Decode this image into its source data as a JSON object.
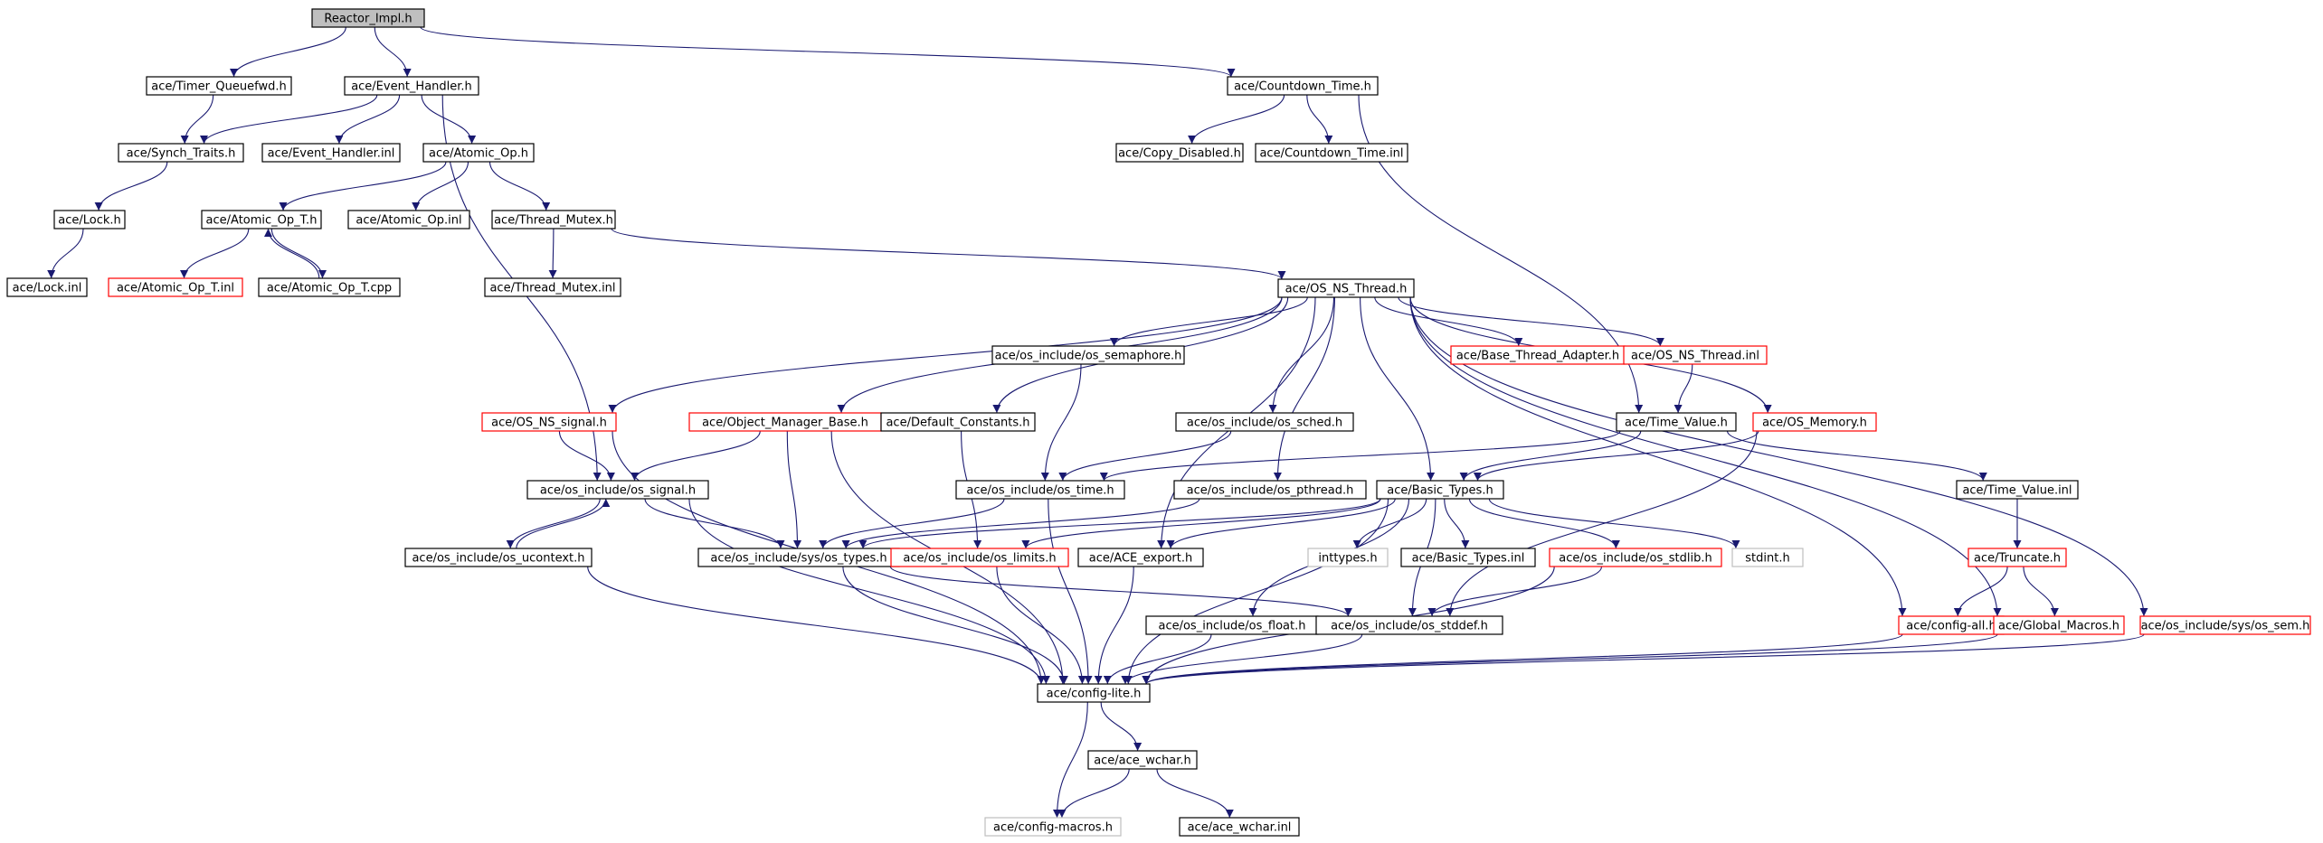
{
  "colors": {
    "edge": "#191970",
    "normal_border": "#000000",
    "red_border": "#ff0000",
    "gray_border": "#bfbfbf",
    "root_fill": "#bfbfbf",
    "node_fill": "#ffffff"
  },
  "graph": {
    "title": "Reactor_Impl.h",
    "nodes": [
      {
        "id": "reactor_impl",
        "label": "Reactor_Impl.h",
        "kind": "root"
      },
      {
        "id": "timer_queuefwd",
        "label": "ace/Timer_Queuefwd.h",
        "kind": "normal"
      },
      {
        "id": "event_handler",
        "label": "ace/Event_Handler.h",
        "kind": "normal"
      },
      {
        "id": "countdown_time",
        "label": "ace/Countdown_Time.h",
        "kind": "normal"
      },
      {
        "id": "synch_traits",
        "label": "ace/Synch_Traits.h",
        "kind": "normal"
      },
      {
        "id": "event_handler_inl",
        "label": "ace/Event_Handler.inl",
        "kind": "normal"
      },
      {
        "id": "atomic_op",
        "label": "ace/Atomic_Op.h",
        "kind": "normal"
      },
      {
        "id": "copy_disabled",
        "label": "ace/Copy_Disabled.h",
        "kind": "normal"
      },
      {
        "id": "countdown_time_inl",
        "label": "ace/Countdown_Time.inl",
        "kind": "normal"
      },
      {
        "id": "lock",
        "label": "ace/Lock.h",
        "kind": "normal"
      },
      {
        "id": "atomic_op_t",
        "label": "ace/Atomic_Op_T.h",
        "kind": "normal"
      },
      {
        "id": "atomic_op_inl",
        "label": "ace/Atomic_Op.inl",
        "kind": "normal"
      },
      {
        "id": "thread_mutex",
        "label": "ace/Thread_Mutex.h",
        "kind": "normal"
      },
      {
        "id": "lock_inl",
        "label": "ace/Lock.inl",
        "kind": "normal"
      },
      {
        "id": "atomic_op_t_inl",
        "label": "ace/Atomic_Op_T.inl",
        "kind": "red"
      },
      {
        "id": "atomic_op_t_cpp",
        "label": "ace/Atomic_Op_T.cpp",
        "kind": "normal"
      },
      {
        "id": "thread_mutex_inl",
        "label": "ace/Thread_Mutex.inl",
        "kind": "normal"
      },
      {
        "id": "os_ns_thread",
        "label": "ace/OS_NS_Thread.h",
        "kind": "normal"
      },
      {
        "id": "os_semaphore",
        "label": "ace/os_include/os_semaphore.h",
        "kind": "normal"
      },
      {
        "id": "base_thread_adapter",
        "label": "ace/Base_Thread_Adapter.h",
        "kind": "red"
      },
      {
        "id": "os_ns_thread_inl",
        "label": "ace/OS_NS_Thread.inl",
        "kind": "red"
      },
      {
        "id": "os_ns_signal",
        "label": "ace/OS_NS_signal.h",
        "kind": "red"
      },
      {
        "id": "object_manager_base",
        "label": "ace/Object_Manager_Base.h",
        "kind": "red"
      },
      {
        "id": "default_constants",
        "label": "ace/Default_Constants.h",
        "kind": "normal"
      },
      {
        "id": "os_sched",
        "label": "ace/os_include/os_sched.h",
        "kind": "normal"
      },
      {
        "id": "time_value",
        "label": "ace/Time_Value.h",
        "kind": "normal"
      },
      {
        "id": "os_memory",
        "label": "ace/OS_Memory.h",
        "kind": "red"
      },
      {
        "id": "os_signal",
        "label": "ace/os_include/os_signal.h",
        "kind": "normal"
      },
      {
        "id": "os_time",
        "label": "ace/os_include/os_time.h",
        "kind": "normal"
      },
      {
        "id": "os_pthread",
        "label": "ace/os_include/os_pthread.h",
        "kind": "normal"
      },
      {
        "id": "basic_types",
        "label": "ace/Basic_Types.h",
        "kind": "normal"
      },
      {
        "id": "time_value_inl",
        "label": "ace/Time_Value.inl",
        "kind": "normal"
      },
      {
        "id": "os_ucontext",
        "label": "ace/os_include/os_ucontext.h",
        "kind": "normal"
      },
      {
        "id": "os_types",
        "label": "ace/os_include/sys/os_types.h",
        "kind": "normal"
      },
      {
        "id": "os_limits",
        "label": "ace/os_include/os_limits.h",
        "kind": "red"
      },
      {
        "id": "ace_export",
        "label": "ace/ACE_export.h",
        "kind": "normal"
      },
      {
        "id": "inttypes",
        "label": "inttypes.h",
        "kind": "gray"
      },
      {
        "id": "basic_types_inl",
        "label": "ace/Basic_Types.inl",
        "kind": "normal"
      },
      {
        "id": "os_stdlib",
        "label": "ace/os_include/os_stdlib.h",
        "kind": "red"
      },
      {
        "id": "stdint",
        "label": "stdint.h",
        "kind": "gray"
      },
      {
        "id": "truncate",
        "label": "ace/Truncate.h",
        "kind": "red"
      },
      {
        "id": "os_float",
        "label": "ace/os_include/os_float.h",
        "kind": "normal"
      },
      {
        "id": "os_stddef",
        "label": "ace/os_include/os_stddef.h",
        "kind": "normal"
      },
      {
        "id": "config_all",
        "label": "ace/config-all.h",
        "kind": "red"
      },
      {
        "id": "global_macros",
        "label": "ace/Global_Macros.h",
        "kind": "red"
      },
      {
        "id": "os_sem",
        "label": "ace/os_include/sys/os_sem.h",
        "kind": "red"
      },
      {
        "id": "config_lite",
        "label": "ace/config-lite.h",
        "kind": "normal"
      },
      {
        "id": "ace_wchar",
        "label": "ace/ace_wchar.h",
        "kind": "normal"
      },
      {
        "id": "config_macros",
        "label": "ace/config-macros.h",
        "kind": "gray"
      },
      {
        "id": "ace_wchar_inl",
        "label": "ace/ace_wchar.inl",
        "kind": "normal"
      }
    ],
    "edges": [
      [
        "reactor_impl",
        "timer_queuefwd"
      ],
      [
        "reactor_impl",
        "event_handler"
      ],
      [
        "reactor_impl",
        "countdown_time"
      ],
      [
        "event_handler",
        "synch_traits"
      ],
      [
        "event_handler",
        "event_handler_inl"
      ],
      [
        "event_handler",
        "atomic_op"
      ],
      [
        "event_handler",
        "os_signal"
      ],
      [
        "timer_queuefwd",
        "synch_traits"
      ],
      [
        "countdown_time",
        "copy_disabled"
      ],
      [
        "countdown_time",
        "countdown_time_inl"
      ],
      [
        "countdown_time",
        "time_value"
      ],
      [
        "synch_traits",
        "lock"
      ],
      [
        "lock",
        "lock_inl"
      ],
      [
        "atomic_op",
        "atomic_op_t"
      ],
      [
        "atomic_op",
        "atomic_op_inl"
      ],
      [
        "atomic_op",
        "thread_mutex"
      ],
      [
        "atomic_op_t",
        "atomic_op_t_inl"
      ],
      [
        "atomic_op_t",
        "atomic_op_t_cpp"
      ],
      [
        "atomic_op_t_cpp",
        "atomic_op_t"
      ],
      [
        "thread_mutex",
        "thread_mutex_inl"
      ],
      [
        "thread_mutex",
        "os_ns_thread"
      ],
      [
        "os_ns_thread",
        "os_semaphore"
      ],
      [
        "os_ns_thread",
        "base_thread_adapter"
      ],
      [
        "os_ns_thread",
        "os_ns_thread_inl"
      ],
      [
        "os_ns_thread",
        "os_ns_signal"
      ],
      [
        "os_ns_thread",
        "object_manager_base"
      ],
      [
        "os_ns_thread",
        "default_constants"
      ],
      [
        "os_ns_thread",
        "os_sched"
      ],
      [
        "os_ns_thread",
        "os_memory"
      ],
      [
        "os_ns_thread",
        "os_pthread"
      ],
      [
        "os_ns_thread",
        "basic_types"
      ],
      [
        "os_ns_thread",
        "ace_export"
      ],
      [
        "os_ns_thread",
        "config_all"
      ],
      [
        "os_ns_thread",
        "global_macros"
      ],
      [
        "os_ns_thread",
        "os_sem"
      ],
      [
        "os_semaphore",
        "os_time"
      ],
      [
        "os_ns_thread_inl",
        "time_value"
      ],
      [
        "os_ns_signal",
        "os_signal"
      ],
      [
        "os_ns_signal",
        "config_lite"
      ],
      [
        "object_manager_base",
        "os_signal"
      ],
      [
        "object_manager_base",
        "os_types"
      ],
      [
        "object_manager_base",
        "config_lite"
      ],
      [
        "default_constants",
        "os_limits"
      ],
      [
        "os_sched",
        "os_time"
      ],
      [
        "time_value",
        "os_time"
      ],
      [
        "time_value",
        "basic_types"
      ],
      [
        "time_value",
        "time_value_inl"
      ],
      [
        "os_memory",
        "basic_types"
      ],
      [
        "os_memory",
        "os_stddef"
      ],
      [
        "os_signal",
        "os_ucontext"
      ],
      [
        "os_ucontext",
        "os_signal"
      ],
      [
        "os_signal",
        "os_types"
      ],
      [
        "os_signal",
        "config_lite"
      ],
      [
        "os_time",
        "os_types"
      ],
      [
        "os_time",
        "config_lite"
      ],
      [
        "os_pthread",
        "os_types"
      ],
      [
        "basic_types",
        "os_types"
      ],
      [
        "basic_types",
        "os_limits"
      ],
      [
        "basic_types",
        "ace_export"
      ],
      [
        "basic_types",
        "inttypes"
      ],
      [
        "basic_types",
        "basic_types_inl"
      ],
      [
        "basic_types",
        "os_stdlib"
      ],
      [
        "basic_types",
        "stdint"
      ],
      [
        "basic_types",
        "os_float"
      ],
      [
        "basic_types",
        "os_stddef"
      ],
      [
        "basic_types",
        "config_lite"
      ],
      [
        "time_value_inl",
        "truncate"
      ],
      [
        "truncate",
        "config_all"
      ],
      [
        "truncate",
        "global_macros"
      ],
      [
        "os_ucontext",
        "config_lite"
      ],
      [
        "os_types",
        "os_stddef"
      ],
      [
        "os_types",
        "config_lite"
      ],
      [
        "os_limits",
        "config_lite"
      ],
      [
        "ace_export",
        "config_lite"
      ],
      [
        "os_stdlib",
        "os_stddef"
      ],
      [
        "os_stdlib",
        "config_lite"
      ],
      [
        "os_float",
        "config_lite"
      ],
      [
        "os_stddef",
        "config_lite"
      ],
      [
        "config_all",
        "config_lite"
      ],
      [
        "global_macros",
        "config_lite"
      ],
      [
        "os_sem",
        "config_lite"
      ],
      [
        "config_lite",
        "ace_wchar"
      ],
      [
        "config_lite",
        "config_macros"
      ],
      [
        "ace_wchar",
        "config_macros"
      ],
      [
        "ace_wchar",
        "ace_wchar_inl"
      ]
    ]
  }
}
